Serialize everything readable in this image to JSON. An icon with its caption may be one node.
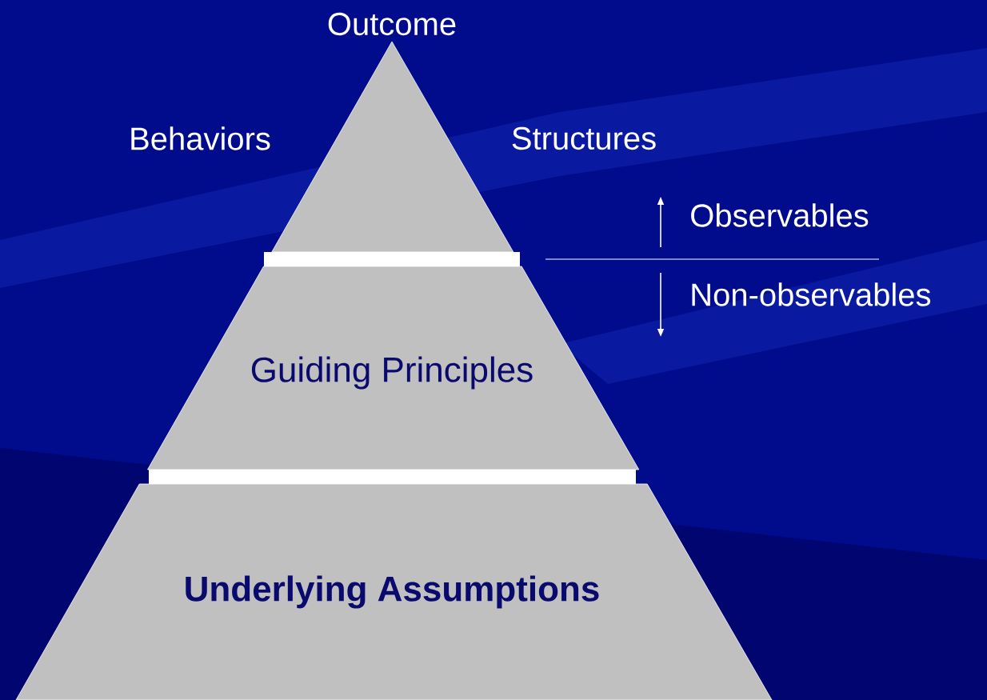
{
  "diagram": {
    "nodes": [
      {
        "text": [
          "Outcome"
        ],
        "beside": [
          "Behaviors",
          "Structures"
        ]
      },
      {
        "text": [
          "Guiding Principles"
        ]
      },
      {
        "text": [
          "Underlying Assumptions"
        ]
      }
    ],
    "labels": [
      "Observables",
      "Non-observables"
    ]
  }
}
